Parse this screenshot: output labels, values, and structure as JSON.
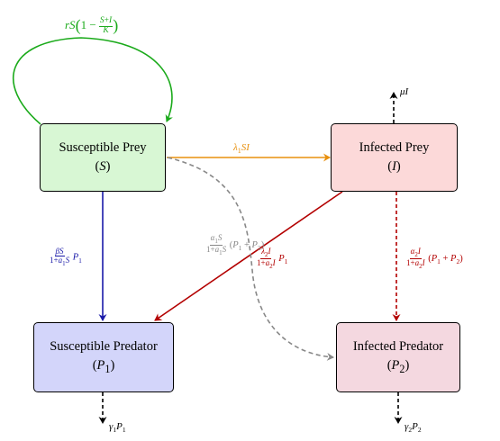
{
  "nodes": {
    "susceptible_prey": {
      "label": "Susceptible Prey",
      "symbol": "(S)",
      "fill": "#d8f7d4"
    },
    "infected_prey": {
      "label": "Infected Prey",
      "symbol": "(I)",
      "fill": "#fcd9d9"
    },
    "susceptible_predator": {
      "label": "Susceptible Predator",
      "symbol": "(P1)",
      "fill": "#d3d5fa"
    },
    "infected_predator": {
      "label": "Infected Predator",
      "symbol": "(P2)",
      "fill": "#f4d8e0"
    }
  },
  "edges": {
    "prey_growth": {
      "label": "rS(1 − (S+I)/K)",
      "color": "#1aaa1a"
    },
    "infection": {
      "label": "λ1SI",
      "color": "#e8900e"
    },
    "prey_death": {
      "label": "μI",
      "color": "#000000"
    },
    "predation_susceptible": {
      "label": "βS/(1+a1S) P1",
      "color": "#1a1aa8"
    },
    "predation_infected": {
      "label": "λ2I/(1+a2I) P1",
      "color": "#b30000"
    },
    "predator_infection_from_prey": {
      "label": "α1S/(1+a1S) (P1 + P2)",
      "color": "#888888"
    },
    "predator_infection": {
      "label": "α2I/(1+a2I) (P1 + P2)",
      "color": "#b30000"
    },
    "susceptible_predator_death": {
      "label": "γ1P1",
      "color": "#000000"
    },
    "infected_predator_death": {
      "label": "γ2P2",
      "color": "#000000"
    }
  }
}
